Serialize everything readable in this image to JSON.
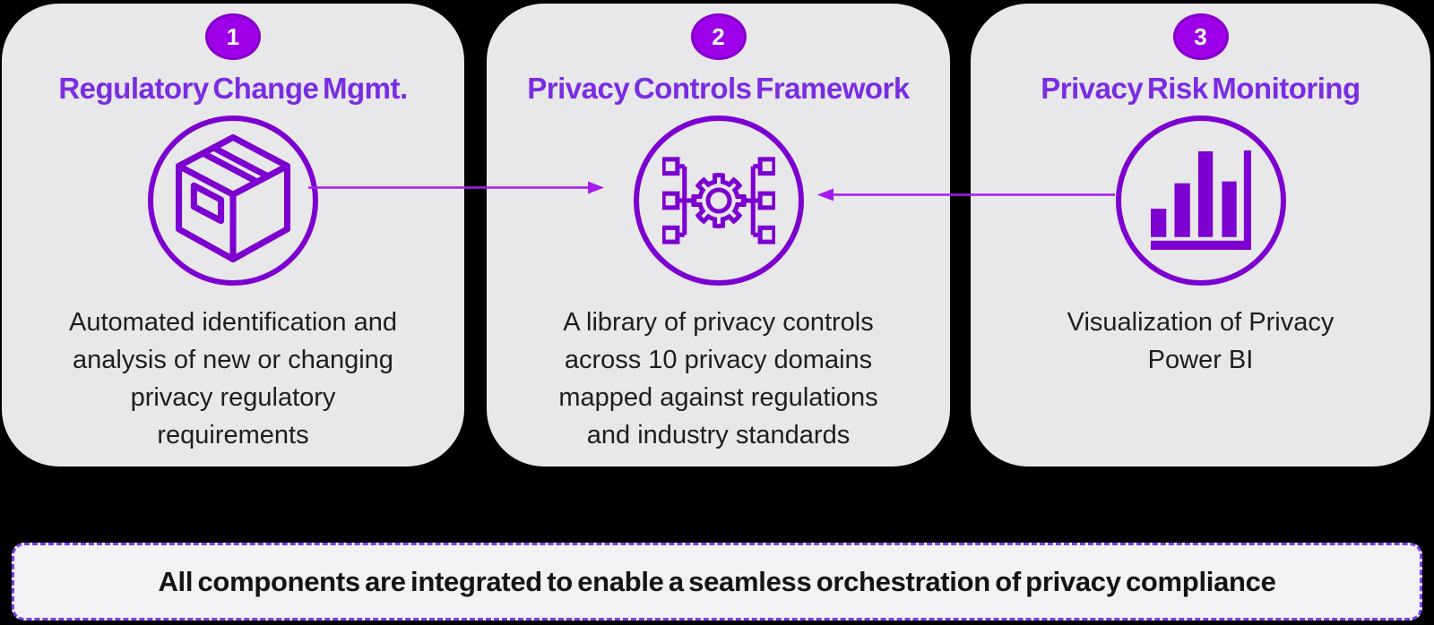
{
  "colors": {
    "background": "#000000",
    "card_background": "#e8e7e9",
    "badge_fill": "#9d00e8",
    "badge_border": "#8500c9",
    "title_purple": "#7a2ce2",
    "icon_purple": "#7c00d0",
    "arrow_purple": "#a41bee",
    "banner_background": "#f2f1f3",
    "banner_border": "#7c3be9",
    "body_text": "#1e1e1e"
  },
  "cards": [
    {
      "number": "1",
      "title": "Regulatory Change Mgmt.",
      "icon": "package-box-icon",
      "description": "Automated identification and analysis of new or changing privacy regulatory requirements"
    },
    {
      "number": "2",
      "title": "Privacy Controls Framework",
      "icon": "gear-framework-icon",
      "description": "A library of privacy controls across 10 privacy domains mapped against regulations and industry standards"
    },
    {
      "number": "3",
      "title": "Privacy Risk Monitoring",
      "icon": "bar-chart-icon",
      "description": "Visualization of Privacy Power BI"
    }
  ],
  "connectors": [
    {
      "from": "card-1",
      "to": "card-2",
      "direction": "right"
    },
    {
      "from": "card-3",
      "to": "card-2",
      "direction": "left"
    }
  ],
  "banner": {
    "text": "All components are integrated to enable a seamless orchestration of privacy compliance"
  }
}
